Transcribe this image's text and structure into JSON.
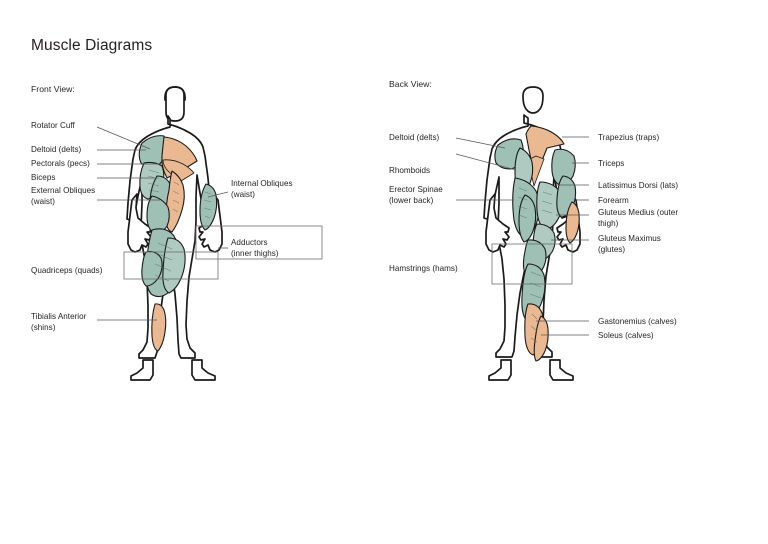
{
  "page": {
    "title": "Muscle Diagrams",
    "background": "#ffffff",
    "text_color": "#231f20"
  },
  "palette": {
    "muscle_teal": "#9ec0b5",
    "muscle_teal_alt": "#aecac1",
    "muscle_tan": "#eab991",
    "outline": "#1a1a1a",
    "leader_line": "#58595b",
    "box_line": "#6d6e71",
    "skin": "#ffffff"
  },
  "front": {
    "view_label": "Front View:",
    "labels_left": [
      {
        "text": "Rotator Cuff"
      },
      {
        "text": "Deltoid (delts)"
      },
      {
        "text": "Pectorals (pecs)"
      },
      {
        "text": "Biceps"
      },
      {
        "text": "External Obliques\n(waist)"
      },
      {
        "text": "Quadriceps (quads)"
      },
      {
        "text": "Tibialis Anterior\n(shins)"
      }
    ],
    "labels_right": [
      {
        "text": "Internal Obliques\n(waist)"
      },
      {
        "text": "Adductors\n(inner thighs)"
      }
    ]
  },
  "back": {
    "view_label": "Back View:",
    "labels_left": [
      {
        "text": "Deltoid (delts)"
      },
      {
        "text": "Rhomboids"
      },
      {
        "text": "Erector Spinae\n(lower back)"
      },
      {
        "text": "Hamstrings (hams)"
      }
    ],
    "labels_right": [
      {
        "text": "Trapezius (traps)"
      },
      {
        "text": "Triceps"
      },
      {
        "text": "Latissimus Dorsi (lats)"
      },
      {
        "text": "Forearm"
      },
      {
        "text": "Gluteus Medius (outer\nthigh)"
      },
      {
        "text": "Gluteus Maximus\n(glutes)"
      },
      {
        "text": "Gastonemius (calves)"
      },
      {
        "text": "Soleus (calves)"
      }
    ]
  }
}
